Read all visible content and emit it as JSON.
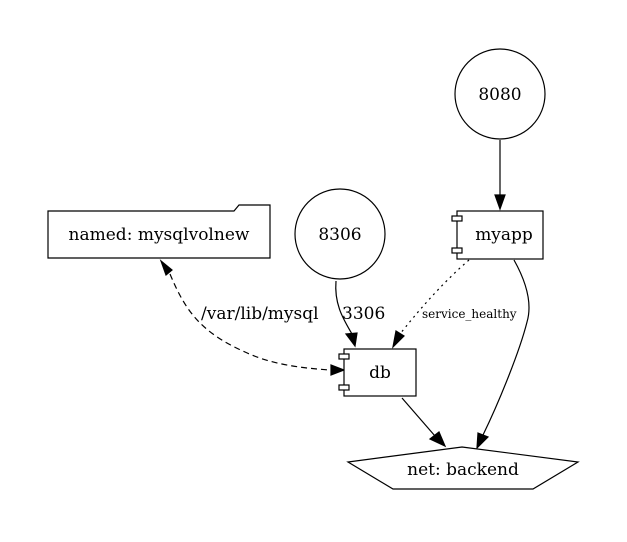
{
  "nodes": {
    "port_8080": {
      "label": "8080"
    },
    "port_8306": {
      "label": "8306"
    },
    "myapp": {
      "label": "myapp"
    },
    "db": {
      "label": "db"
    },
    "volume": {
      "label": "named: mysqlvolnew"
    },
    "network": {
      "label": "net: backend"
    }
  },
  "edges": {
    "volume_mount": {
      "label": "/var/lib/mysql"
    },
    "port_mapping": {
      "label": "3306"
    },
    "depends_on": {
      "label": "service_healthy"
    }
  }
}
